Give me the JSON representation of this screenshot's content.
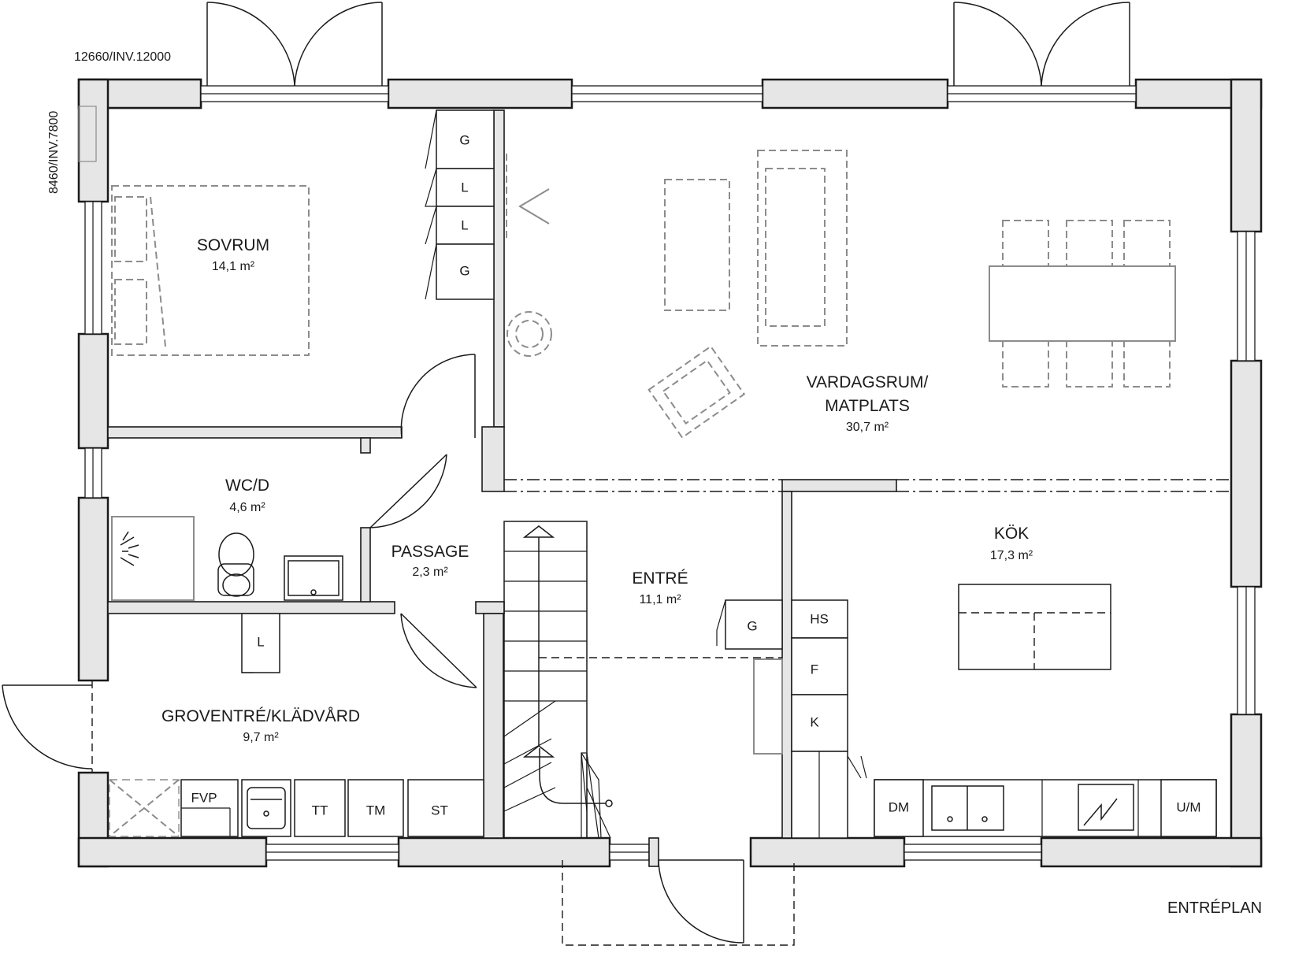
{
  "plan": {
    "title": "ENTRÉPLAN",
    "dim_width": "12660/INV.12000",
    "dim_depth": "8460/INV.7800"
  },
  "rooms": {
    "sovrum": {
      "name": "SOVRUM",
      "area": "14,1 m²"
    },
    "vardagsrum": {
      "name_line1": "VARDAGSRUM/",
      "name_line2": "MATPLATS",
      "area": "30,7 m²"
    },
    "wc": {
      "name": "WC/D",
      "area": "4,6 m²"
    },
    "passage": {
      "name": "PASSAGE",
      "area": "2,3 m²"
    },
    "entre": {
      "name": "ENTRÉ",
      "area": "11,1 m²"
    },
    "kok": {
      "name": "KÖK",
      "area": "17,3 m²"
    },
    "groventre": {
      "name": "GROVENTRÉ/KLÄDVÅRD",
      "area": "9,7 m²"
    }
  },
  "labels": {
    "g": "G",
    "l": "L",
    "hs": "HS",
    "f": "F",
    "k": "K",
    "fvp": "FVP",
    "tt": "TT",
    "tm": "TM",
    "st": "ST",
    "dm": "DM",
    "um": "U/M"
  }
}
